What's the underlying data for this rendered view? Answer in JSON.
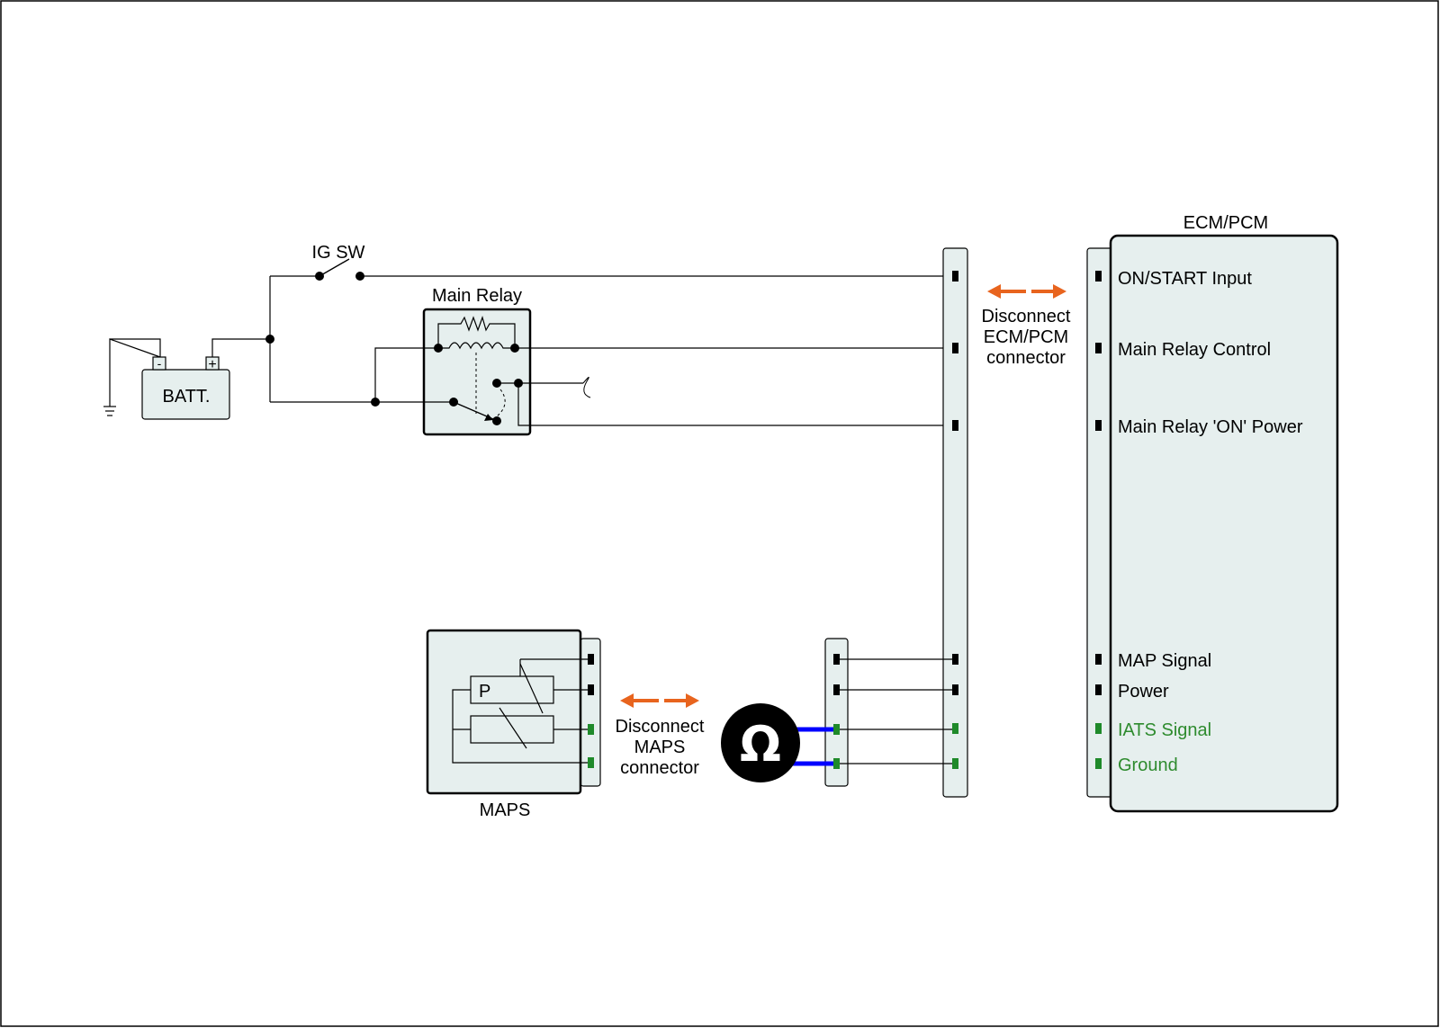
{
  "colors": {
    "panel_fill": "#e6efee",
    "wire": "#000000",
    "arrow": "#e8641e",
    "probe_wire": "#0000ff",
    "green_pin": "#1f8a2a",
    "black_pin": "#000000"
  },
  "battery": {
    "label": "BATT.",
    "neg_symbol": "-",
    "pos_symbol": "+"
  },
  "ig_switch": {
    "label": "IG SW"
  },
  "main_relay": {
    "label": "Main Relay"
  },
  "ecm": {
    "title": "ECM/PCM",
    "pins": [
      {
        "label": "ON/START Input",
        "color": "black"
      },
      {
        "label": "Main Relay Control",
        "color": "black"
      },
      {
        "label": "Main Relay 'ON' Power",
        "color": "black"
      },
      {
        "label": "MAP Signal",
        "color": "black"
      },
      {
        "label": "Power",
        "color": "black"
      },
      {
        "label": "IATS Signal",
        "color": "green"
      },
      {
        "label": "Ground",
        "color": "green"
      }
    ]
  },
  "ecm_disconnect": {
    "line1": "Disconnect",
    "line2": "ECM/PCM",
    "line3": "connector"
  },
  "maps": {
    "label": "MAPS",
    "sensor_letter": "P"
  },
  "maps_disconnect": {
    "line1": "Disconnect",
    "line2": "MAPS",
    "line3": "connector"
  },
  "ohmmeter": {
    "icon": "ohm-symbol",
    "symbol": "Ω"
  }
}
